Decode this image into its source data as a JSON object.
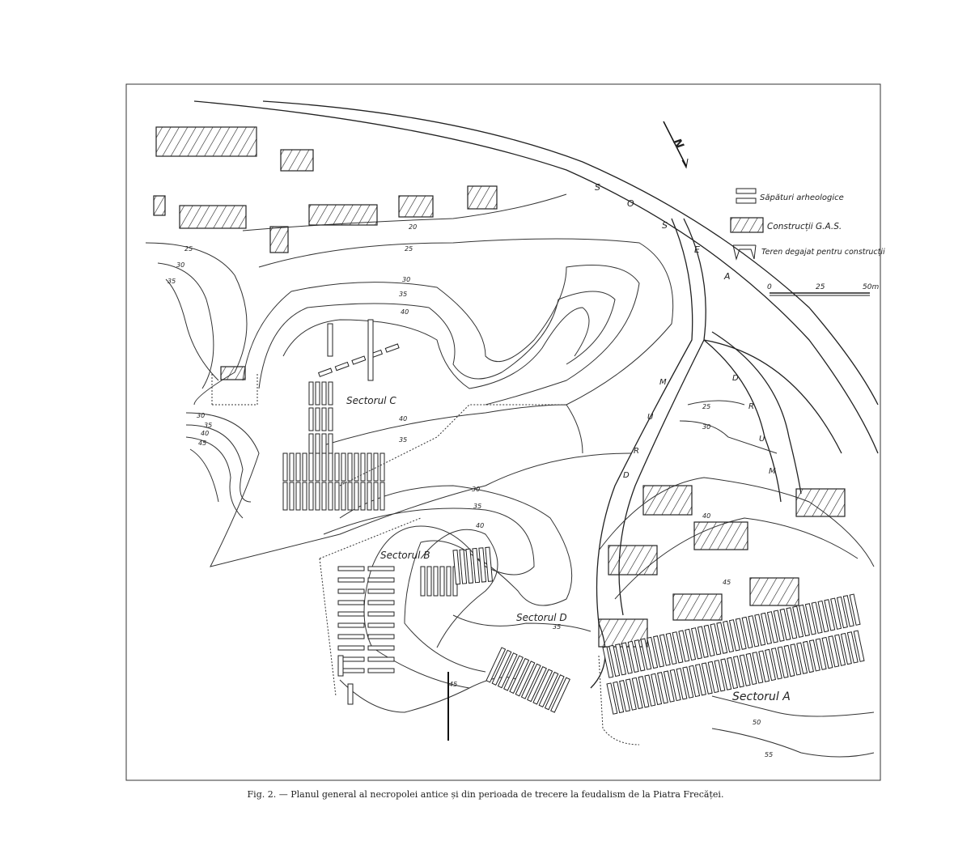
{
  "legend": {
    "excavations": "Săpături arheologice",
    "constructions": "Construcții G.A.S.",
    "cleared_ground": "Teren degajat pentru construcții",
    "scale": {
      "labels": [
        "0",
        "25",
        "50m"
      ],
      "max_m": 50
    }
  },
  "north_label": "N",
  "road_main_letters": [
    "S",
    "O",
    "S",
    "E",
    "A"
  ],
  "road_side_letters": [
    "D",
    "R",
    "U",
    "M"
  ],
  "road_side2_letters": [
    "D",
    "R",
    "U",
    "M"
  ],
  "sectors": {
    "a": "Sectorul A",
    "b": "Sectorul B",
    "c": "Sectorul C",
    "d": "Sectorul D"
  },
  "contours": {
    "c20": "20",
    "c25a": "25",
    "c25b": "25",
    "c25c": "25",
    "c30a": "30",
    "c30b": "30",
    "c30c": "30",
    "c30d": "30",
    "c30e": "30",
    "c35a": "35",
    "c35b": "35",
    "c35c": "35",
    "c35d": "35",
    "c35e": "35",
    "c35f": "35",
    "c40a": "40",
    "c40b": "40",
    "c40c": "40",
    "c40d": "40",
    "c40e": "40",
    "c45a": "45",
    "c45b": "45",
    "c45c": "45",
    "c50": "50",
    "c55": "55"
  },
  "caption": "Fig. 2. — Planul general al necropolei antice și din perioada de trecere la feudalism de la Piatra Frecăței."
}
